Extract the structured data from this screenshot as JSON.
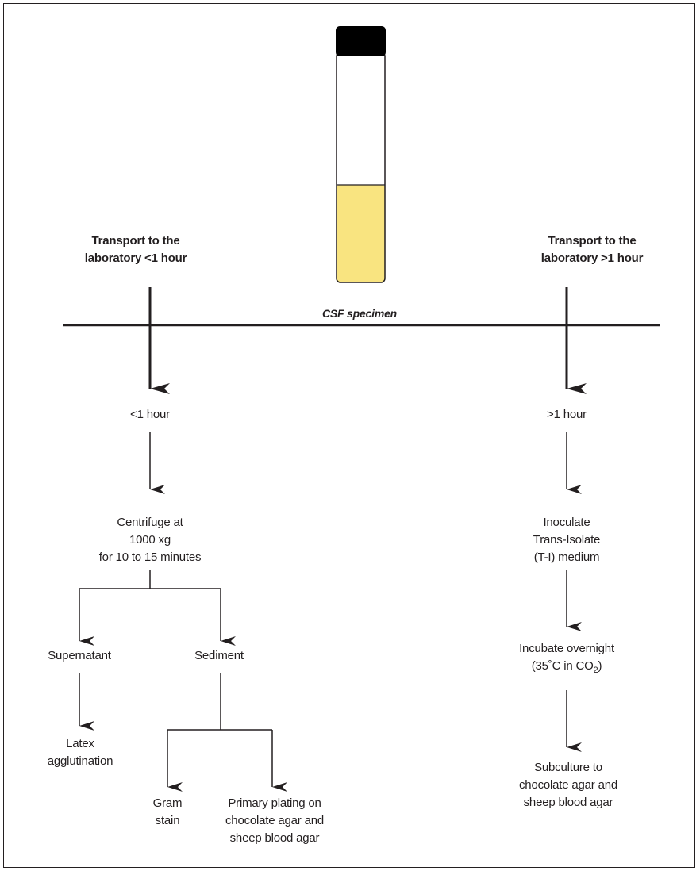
{
  "specimen": {
    "label": "CSF specimen",
    "fluid_color": "#f9e480",
    "cap_color": "#000000"
  },
  "left_branch": {
    "transport_line1": "Transport to the",
    "transport_line2": "laboratory <1 hour",
    "time_label": "<1 hour",
    "centrifuge_line1": "Centrifuge at",
    "centrifuge_line2": "1000 xg",
    "centrifuge_line3": "for 10 to 15 minutes",
    "supernatant": "Supernatant",
    "sediment": "Sediment",
    "latex_line1": "Latex",
    "latex_line2": "agglutination",
    "gram_line1": "Gram",
    "gram_line2": "stain",
    "plating_line1": "Primary plating on",
    "plating_line2": "chocolate agar and",
    "plating_line3": "sheep blood agar"
  },
  "right_branch": {
    "transport_line1": "Transport to the",
    "transport_line2": "laboratory >1 hour",
    "time_label": ">1 hour",
    "inoculate_line1": "Inoculate",
    "inoculate_line2": "Trans-Isolate",
    "inoculate_line3": "(T-I) medium",
    "incubate_line1": "Incubate overnight",
    "incubate_line2_prefix": "(35˚C in CO",
    "incubate_line2_sub": "2",
    "incubate_line2_suffix": ")",
    "subculture_line1": "Subculture to",
    "subculture_line2": "chocolate agar and",
    "subculture_line3": "sheep blood agar"
  }
}
